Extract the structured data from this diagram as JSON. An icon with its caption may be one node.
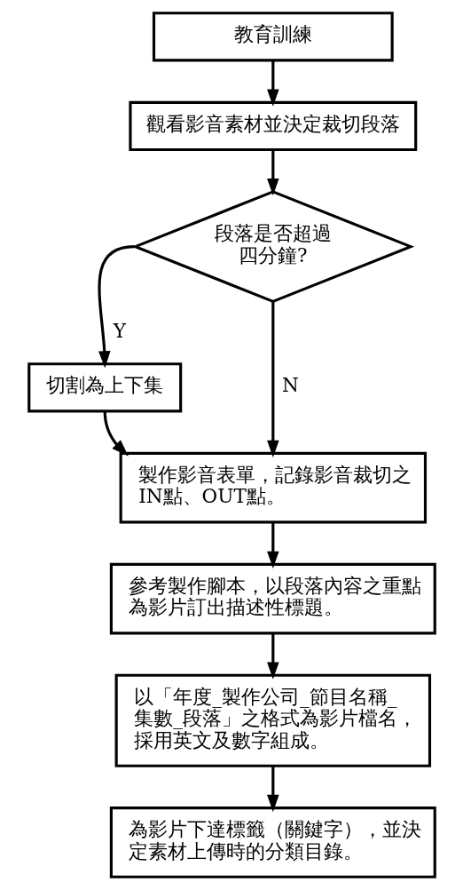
{
  "diagram": {
    "nodes": [
      {
        "text": [
          "教育訓練"
        ]
      },
      {
        "text": [
          "觀看影音素材並決定裁切段落"
        ]
      },
      {
        "text": [
          "段落是否超過四分鐘?"
        ]
      },
      {
        "text": [
          "切割為上下集"
        ]
      },
      {
        "text": [
          "製作影音表單，記錄影音裁切之IN點、OUT點。"
        ]
      },
      {
        "text": [
          "參考製作腳本，以段落內容之重點為影片訂出描述性標題。"
        ]
      },
      {
        "text": [
          "以「年度_製作公司_節目名稱_集數_段落」之格式為影片檔名，採用英文及數字組成。"
        ]
      },
      {
        "text": [
          "為影片下達標籤（關鍵字），並決定素材上傳時的分類目錄。"
        ]
      }
    ],
    "edges": [
      {
        "from": 0,
        "to": 1,
        "arrow": "to"
      },
      {
        "from": 1,
        "to": 2,
        "arrow": "to"
      },
      {
        "from": 2,
        "to": 3,
        "label": "Y",
        "arrow": "to"
      },
      {
        "from": 2,
        "to": 4,
        "label": "N",
        "arrow": "to"
      },
      {
        "from": 3,
        "to": 4,
        "arrow": "to"
      },
      {
        "from": 4,
        "to": 5,
        "arrow": "to"
      },
      {
        "from": 5,
        "to": 6,
        "arrow": "to"
      },
      {
        "from": 6,
        "to": 7,
        "arrow": "to"
      }
    ]
  }
}
